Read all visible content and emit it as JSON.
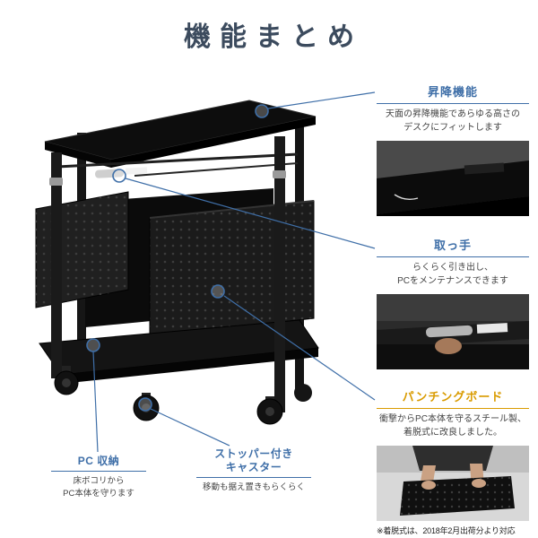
{
  "title": "機能まとめ",
  "callouts": {
    "lift": {
      "heading": "昇降機能",
      "desc": [
        "天面の昇降機能であらゆる高さの",
        "デスクにフィットします"
      ]
    },
    "handle": {
      "heading": "取っ手",
      "desc": [
        "らくらく引き出し、",
        "PCをメンテナンスできます"
      ]
    },
    "board": {
      "heading": "パンチングボード",
      "desc": [
        "衝撃からPC本体を守るスチール製、",
        "着脱式に改良しました。"
      ],
      "note": "※着脱式は、2018年2月出荷分より対応"
    },
    "storage": {
      "heading": "PC 収納",
      "desc": [
        "床ボコリから",
        "PC本体を守ります"
      ]
    },
    "caster": {
      "heading": [
        "ストッパー付き",
        "キャスター"
      ],
      "desc": [
        "移動も据え置きもらくらく"
      ]
    }
  },
  "colors": {
    "accent_blue": "#3f6fa8",
    "accent_orange": "#d99b00",
    "title_color": "#3c4b5e",
    "product_color": "#111111"
  },
  "icons": {
    "markers": "callout-circle-marker"
  }
}
